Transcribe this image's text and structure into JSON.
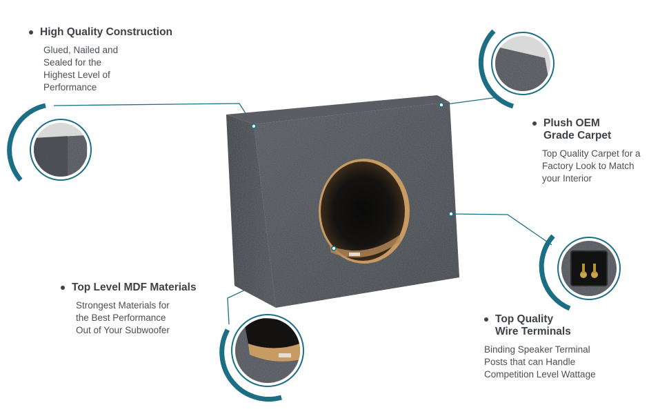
{
  "features": [
    {
      "title_lines": [
        "High Quality Construction"
      ],
      "desc_lines": [
        "Glued, Nailed and",
        "Sealed for the",
        "Highest Level of",
        "Performance"
      ]
    },
    {
      "title_lines": [
        "Plush OEM",
        "Grade Carpet"
      ],
      "desc_lines": [
        "Top Quality Carpet for a",
        "Factory Look to Match",
        "your Interior"
      ]
    },
    {
      "title_lines": [
        "Top Level MDF Materials"
      ],
      "desc_lines": [
        "Strongest Materials for",
        "the Best Performance",
        "Out of  Your Subwoofer"
      ]
    },
    {
      "title_lines": [
        "Top Quality",
        "Wire Terminals"
      ],
      "desc_lines": [
        "Binding Speaker Terminal",
        "Posts that can Handle",
        "Competition Level Wattage"
      ]
    }
  ],
  "colors": {
    "accent": "#1c6e85",
    "carpet": "#4b4f55",
    "carpet_dark": "#2f3236",
    "mdf": "#c89a64",
    "text": "#3d4248"
  },
  "icons": [
    "carpet-corner-zoom",
    "box-edge-zoom",
    "wire-terminal-zoom",
    "mdf-port-zoom"
  ]
}
